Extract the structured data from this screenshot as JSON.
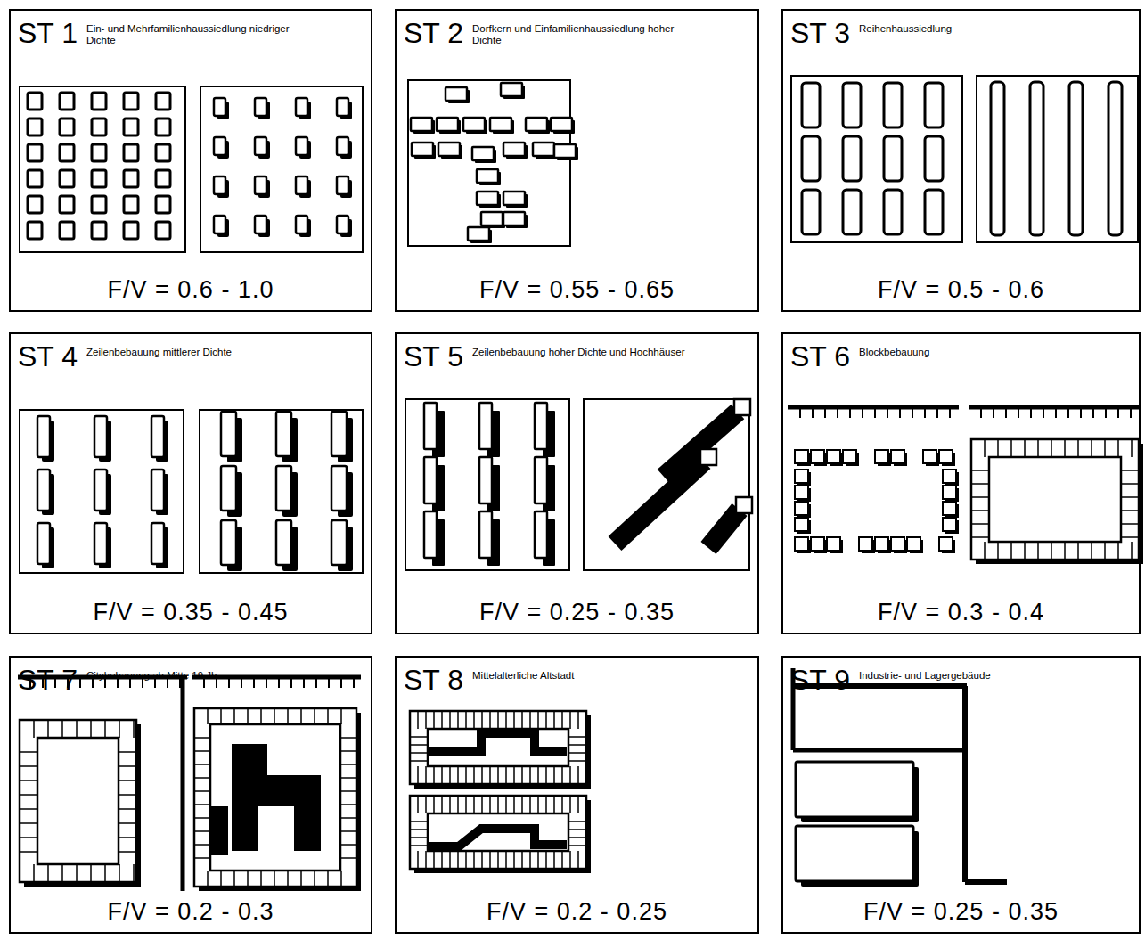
{
  "diagram": {
    "nodes": [
      {
        "text": [
          "ST 1",
          "Ein- und Mehrfamilienhaussiedlung niedriger Dichte",
          "F/V = 0.6 - 1.0"
        ]
      },
      {
        "text": [
          "ST 2",
          "Dorfkern und Einfamilienhaussiedlung hoher Dichte",
          "F/V = 0.55 - 0.65"
        ]
      },
      {
        "text": [
          "ST 3",
          "Reihenhaussiedlung",
          "F/V = 0.5 - 0.6"
        ]
      },
      {
        "text": [
          "ST 4",
          "Zeilenbebauung mittlerer Dichte",
          "F/V = 0.35 - 0.45"
        ]
      },
      {
        "text": [
          "ST 5",
          "Zeilenbebauung hoher Dichte und Hochhäuser",
          "F/V = 0.25 - 0.35"
        ]
      },
      {
        "text": [
          "ST 6",
          "Blockbebauung",
          "F/V = 0.3 - 0.4"
        ]
      },
      {
        "text": [
          "ST 7",
          "Citybebauung ab Mitte 19.Jh.",
          "F/V = 0.2 - 0.3"
        ]
      },
      {
        "text": [
          "ST 8",
          "Mittelalterliche Altstadt",
          "F/V = 0.2 - 0.25"
        ]
      },
      {
        "text": [
          "ST 9",
          "Industrie- und Lagergebäude",
          "F/V = 0.25 - 0.35"
        ]
      }
    ]
  }
}
